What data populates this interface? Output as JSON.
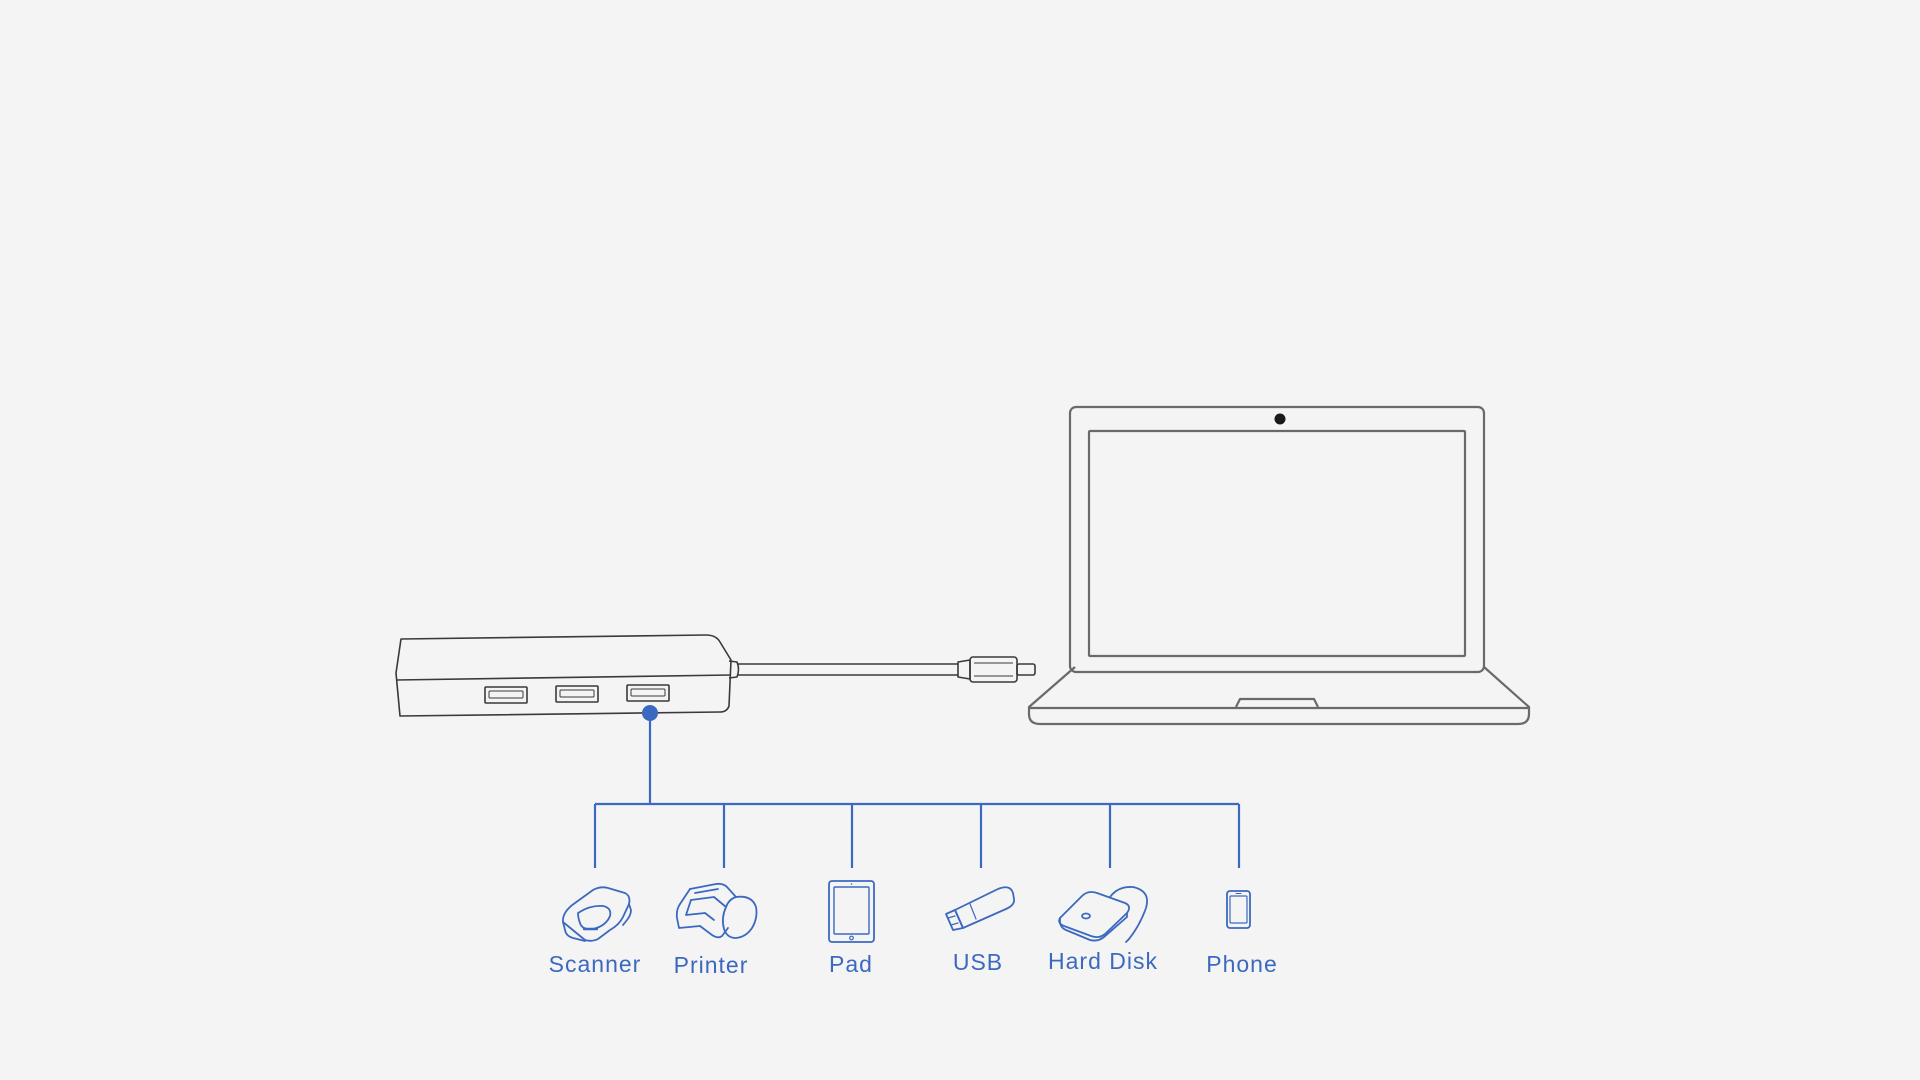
{
  "colors": {
    "background": "#f4f4f4",
    "outline": "#3a3a3a",
    "laptop_outline": "#6a6a6a",
    "accent": "#3c69c0"
  },
  "diagram": {
    "hub": {
      "name": "usb-hub",
      "port_count": 3
    },
    "cable": {
      "connector": "usb-c-plug"
    },
    "laptop": {
      "name": "laptop"
    },
    "devices": [
      {
        "label": "Scanner",
        "icon": "scanner-icon"
      },
      {
        "label": "Printer",
        "icon": "printer-icon"
      },
      {
        "label": "Pad",
        "icon": "tablet-icon"
      },
      {
        "label": "USB",
        "icon": "usb-drive-icon"
      },
      {
        "label": "Hard Disk",
        "icon": "hard-disk-icon"
      },
      {
        "label": "Phone",
        "icon": "phone-icon"
      }
    ]
  }
}
